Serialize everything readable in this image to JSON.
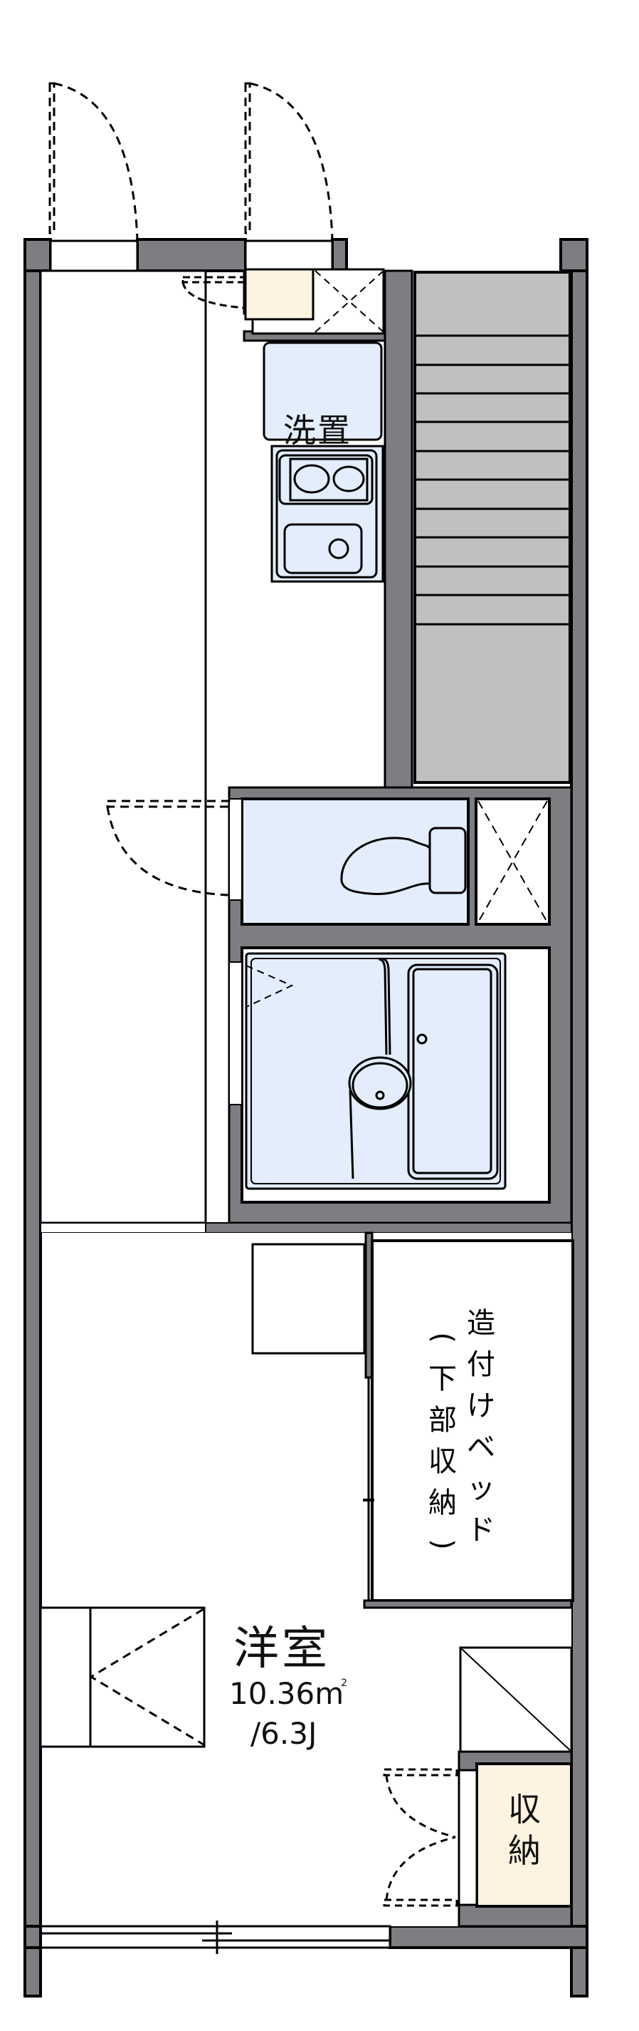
{
  "plan": {
    "colors": {
      "wall": "#7e7d82",
      "outline": "#000000",
      "stairs": "#c0c0c0",
      "wet_area": "#e3edfb",
      "storage": "#fdf3e1",
      "floor": "#ffffff"
    },
    "labels": {
      "washer_space": "洗置",
      "built_in_bed": {
        "col1": [
          "造",
          "付",
          "け",
          "ベ",
          "ッ",
          "ド"
        ],
        "col2": [
          "(",
          "下",
          "部",
          "収",
          "納",
          ")"
        ]
      },
      "room_name": "洋室",
      "room_area_value": "10.36m",
      "room_area_unit_sup": "2",
      "room_tatami": "/6.3J",
      "storage": [
        "収",
        "納"
      ]
    },
    "stairs": {
      "steps": 11
    }
  }
}
